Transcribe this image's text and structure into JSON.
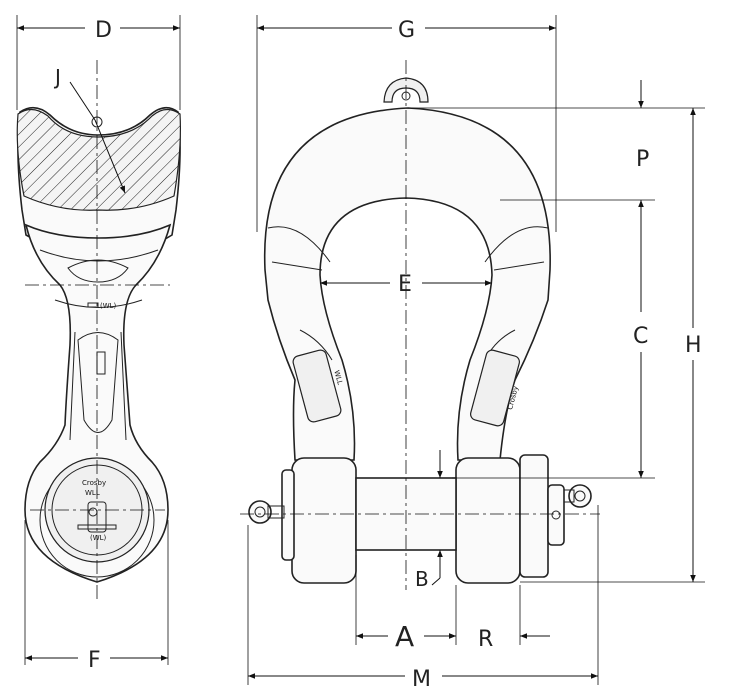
{
  "labels": {
    "D": "D",
    "J": "J",
    "F": "F",
    "G": "G",
    "P": "P",
    "E": "E",
    "C": "C",
    "H": "H",
    "B": "B",
    "A": "A",
    "R": "R",
    "M": "M"
  },
  "markings": {
    "crosby_side": "Crosby",
    "wll_side": "WLL",
    "crosby_front": "Crosby",
    "wll_front": "WLL"
  }
}
